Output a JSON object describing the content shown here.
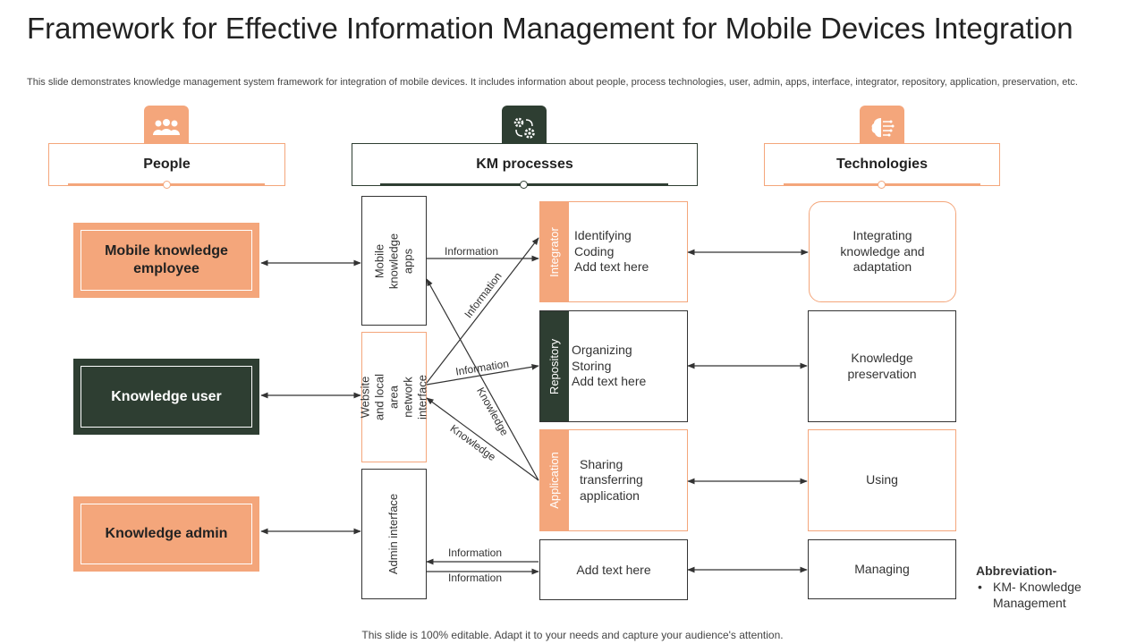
{
  "title": "Framework for Effective Information Management for Mobile Devices Integration",
  "subtitle": "This slide demonstrates knowledge management system framework for integration of mobile devices. It includes information about people, process technologies, user, admin, apps, interface, integrator, repository, application, preservation, etc.",
  "footer": "This slide is 100% editable. Adapt it to your needs and capture your audience's attention.",
  "colors": {
    "accent": "#f4a67b",
    "dark": "#2e3e32"
  },
  "columns": {
    "people": {
      "label": "People",
      "icon": "people-group-icon"
    },
    "km": {
      "label": "KM processes",
      "icon": "gears-cycle-icon"
    },
    "technologies": {
      "label": "Technologies",
      "icon": "brain-circuit-icon"
    }
  },
  "people": [
    {
      "label": "Mobile knowledge employee"
    },
    {
      "label": "Knowledge user"
    },
    {
      "label": "Knowledge admin"
    }
  ],
  "interfaces": [
    {
      "label": "Mobile knowledge apps"
    },
    {
      "label": "Website and local area network interface"
    },
    {
      "label": "Admin interface"
    }
  ],
  "km_processes": [
    {
      "tag": "Integrator",
      "lines": [
        "Identifying",
        "Coding",
        "Add text here"
      ]
    },
    {
      "tag": "Repository",
      "lines": [
        "Organizing",
        "Storing",
        "Add text here"
      ]
    },
    {
      "tag": "Application",
      "lines": [
        "Sharing",
        "transferring",
        "application"
      ]
    },
    {
      "tag": "",
      "lines": [
        "Add text here"
      ]
    }
  ],
  "technologies": [
    {
      "label": "Integrating knowledge and adaptation"
    },
    {
      "label": "Knowledge preservation"
    },
    {
      "label": "Using"
    },
    {
      "label": "Managing"
    }
  ],
  "flow_labels": {
    "info_apps_integrator": "Information",
    "info_web_integrator": "Information",
    "info_web_repository": "Information",
    "knowledge_application_apps": "Knowledge",
    "knowledge_application_web": "Knowledge",
    "info_to_admin": "Information",
    "info_from_admin": "Information"
  },
  "abbreviation": {
    "title": "Abbreviation-",
    "items": [
      "KM- Knowledge Management"
    ]
  }
}
